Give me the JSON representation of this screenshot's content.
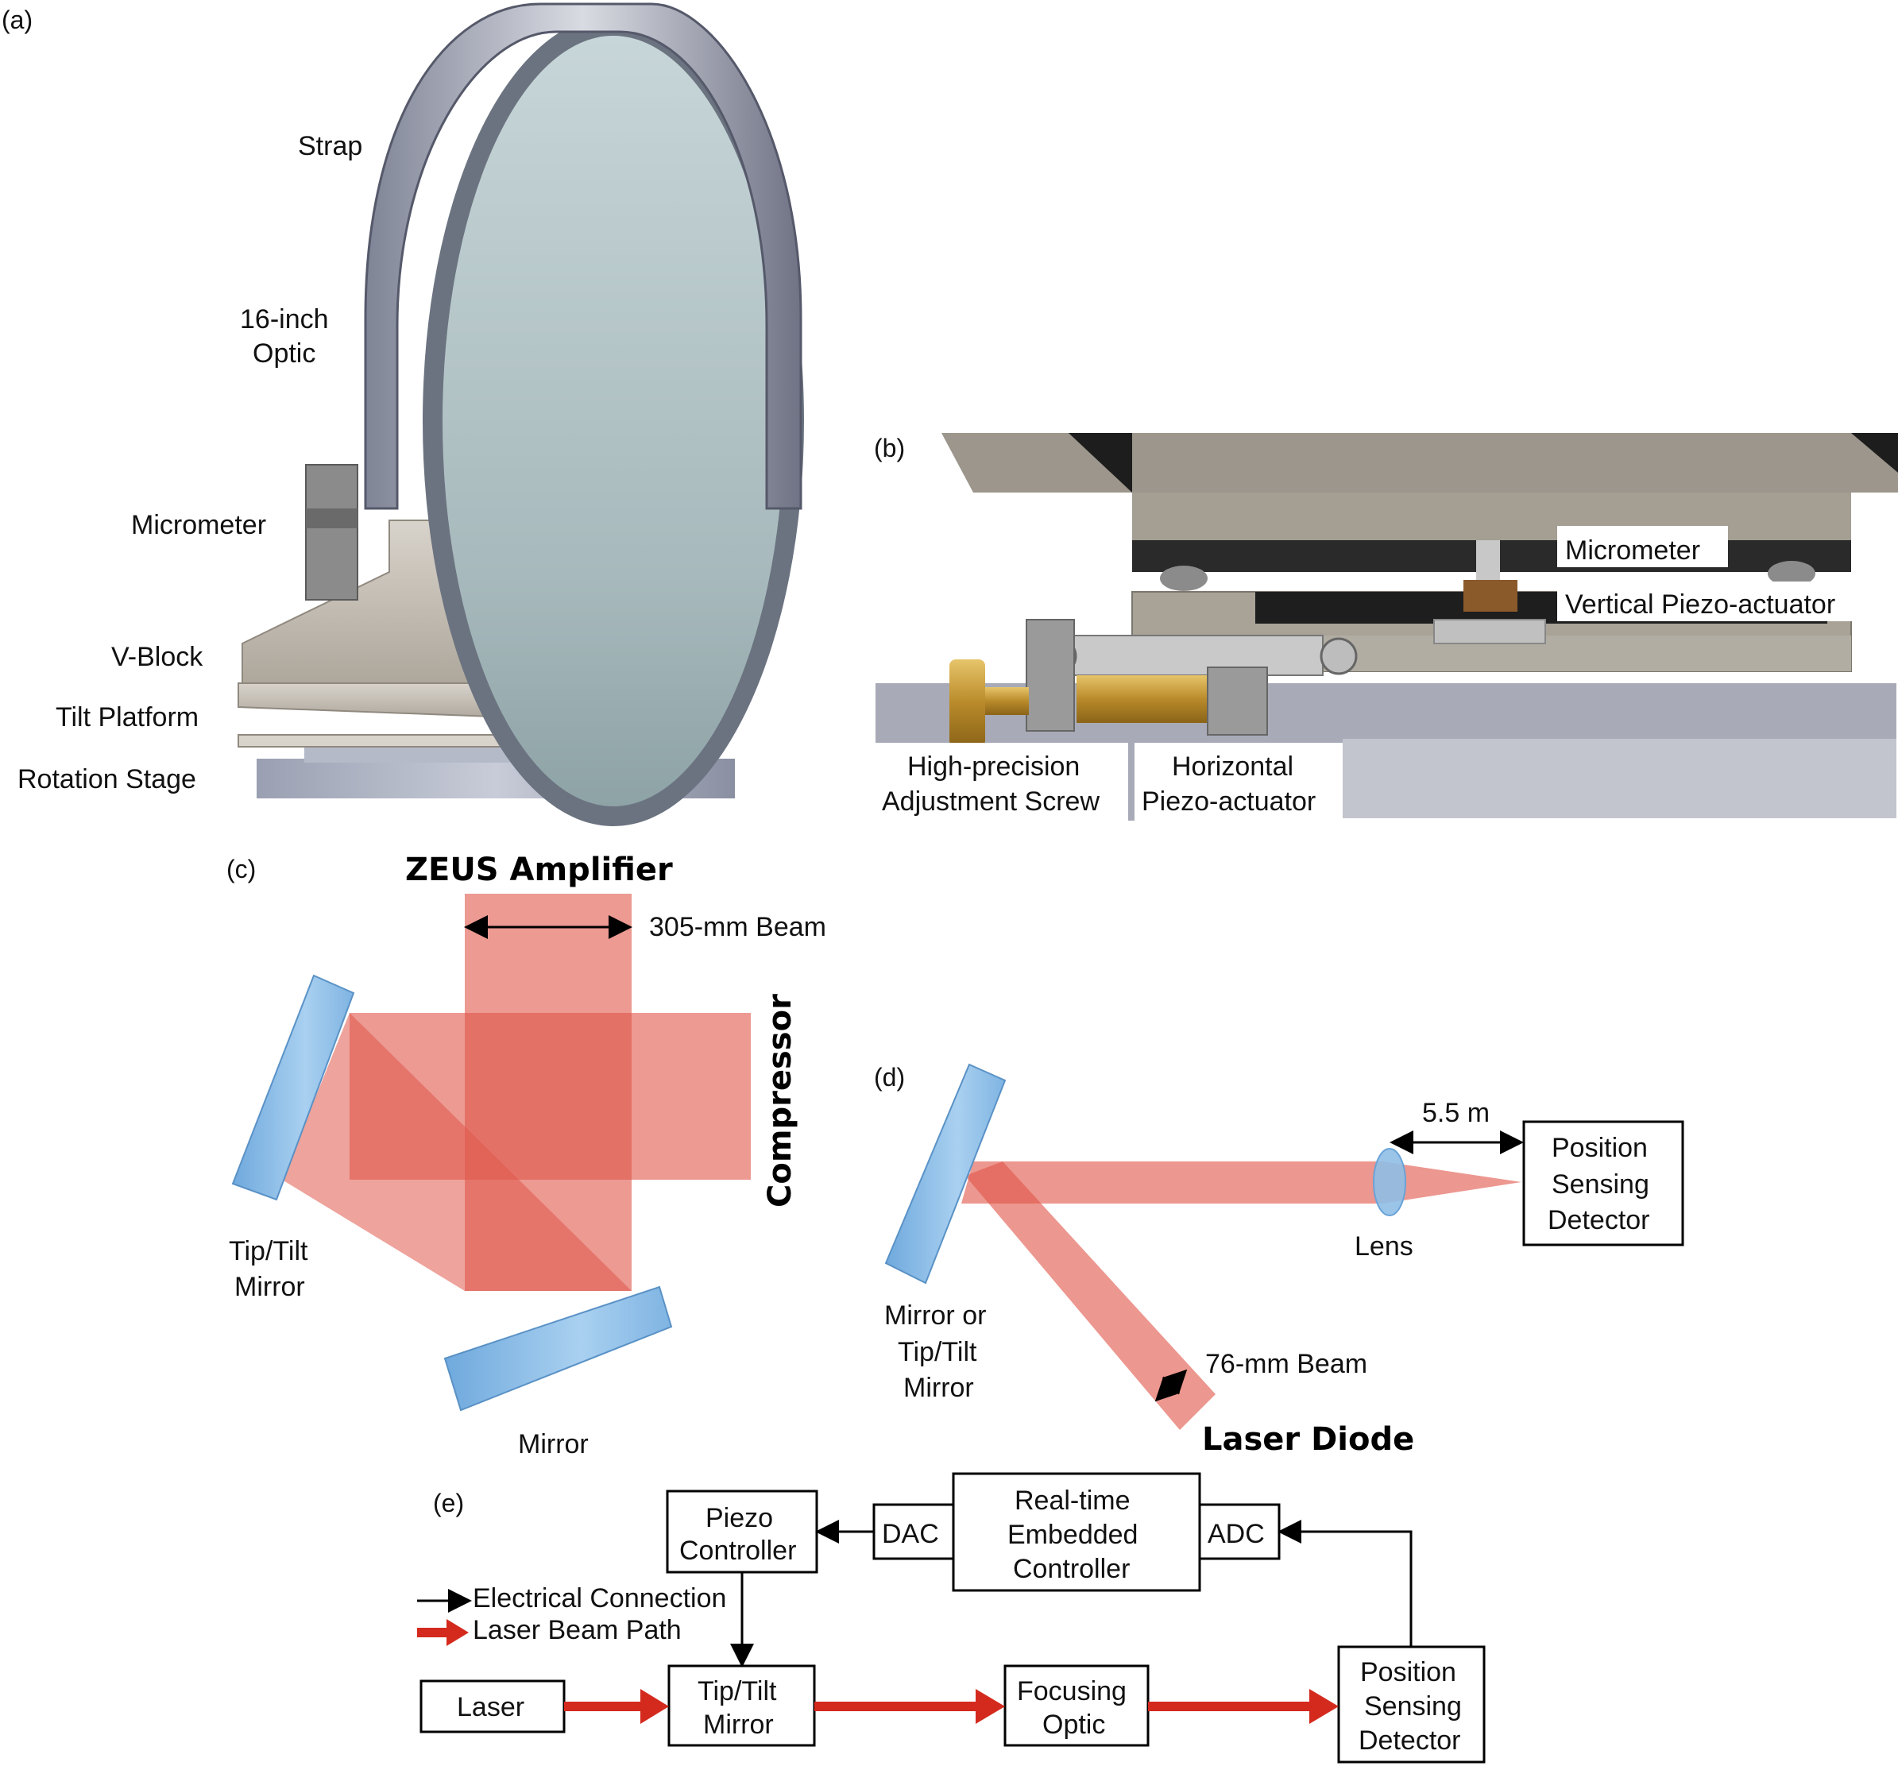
{
  "panel_a": {
    "tag": "(a)",
    "labels": {
      "strap": "Strap",
      "optic_1": "16-inch",
      "optic_2": "Optic",
      "micrometer": "Micrometer",
      "vblock": "V-Block",
      "tilt": "Tilt Platform",
      "rotation": "Rotation Stage"
    }
  },
  "panel_b": {
    "tag": "(b)",
    "labels": {
      "micrometer": "Micrometer",
      "vertical_piezo": "Vertical Piezo-actuator",
      "screw_1": "High-precision",
      "screw_2": "Adjustment Screw",
      "horiz_1": "Horizontal",
      "horiz_2": "Piezo-actuator"
    }
  },
  "panel_c": {
    "tag": "(c)",
    "title": "ZEUS Amplifier",
    "beam": "305-mm Beam",
    "compressor": "Compressor",
    "tiptilt_1": "Tip/Tilt",
    "tiptilt_2": "Mirror",
    "mirror": "Mirror"
  },
  "panel_d": {
    "tag": "(d)",
    "distance": "5.5 m",
    "detector_1": "Position",
    "detector_2": "Sensing",
    "detector_3": "Detector",
    "lens": "Lens",
    "mirror_1": "Mirror or",
    "mirror_2": "Tip/Tilt",
    "mirror_3": "Mirror",
    "beam": "76-mm Beam",
    "source": "Laser Diode"
  },
  "panel_e": {
    "tag": "(e)",
    "piezo_1": "Piezo",
    "piezo_2": "Controller",
    "dac": "DAC",
    "rt_1": "Real-time",
    "rt_2": "Embedded",
    "rt_3": "Controller",
    "adc": "ADC",
    "legend_electrical": "Electrical Connection",
    "legend_laser": "Laser Beam Path",
    "laser": "Laser",
    "tiptilt_1": "Tip/Tilt",
    "tiptilt_2": "Mirror",
    "focus_1": "Focusing",
    "focus_2": "Optic",
    "psd_1": "Position",
    "psd_2": "Sensing",
    "psd_3": "Detector"
  },
  "colors": {
    "beam": "#e0574a",
    "laser_arrow": "#d42a1e",
    "mirror": "#8fbfe6"
  }
}
